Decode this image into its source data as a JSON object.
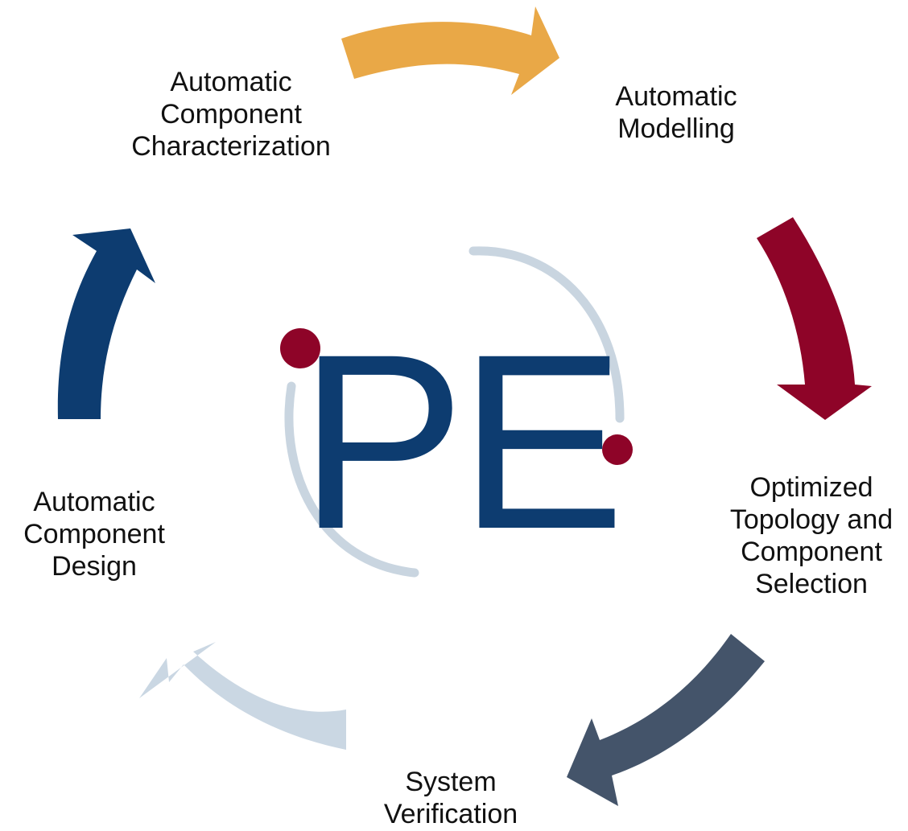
{
  "colors": {
    "arrow_gold": "#E9A847",
    "arrow_crimson": "#8E0428",
    "arrow_slate": "#44546A",
    "arrow_light": "#CAD7E3",
    "arrow_navy": "#0D3C70",
    "logo_letters": "#0D3C70",
    "logo_dots": "#8E0428",
    "logo_ring": "#C9D5E0",
    "label_text": "#111111"
  },
  "logo": {
    "letters": "PE"
  },
  "steps": [
    {
      "id": "characterization",
      "lines": [
        "Automatic",
        "Component",
        "Characterization"
      ]
    },
    {
      "id": "modelling",
      "lines": [
        "Automatic",
        "Modelling"
      ]
    },
    {
      "id": "optimized",
      "lines": [
        "Optimized",
        "Topology and",
        "Component",
        "Selection"
      ]
    },
    {
      "id": "verification",
      "lines": [
        "System",
        "Verification"
      ]
    },
    {
      "id": "design",
      "lines": [
        "Automatic",
        "Component",
        "Design"
      ]
    }
  ],
  "arrows": [
    {
      "from": "characterization",
      "to": "modelling",
      "color": "arrow_gold"
    },
    {
      "from": "modelling",
      "to": "optimized",
      "color": "arrow_crimson"
    },
    {
      "from": "optimized",
      "to": "verification",
      "color": "arrow_slate"
    },
    {
      "from": "verification",
      "to": "design",
      "color": "arrow_light"
    },
    {
      "from": "design",
      "to": "characterization",
      "color": "arrow_navy"
    }
  ]
}
